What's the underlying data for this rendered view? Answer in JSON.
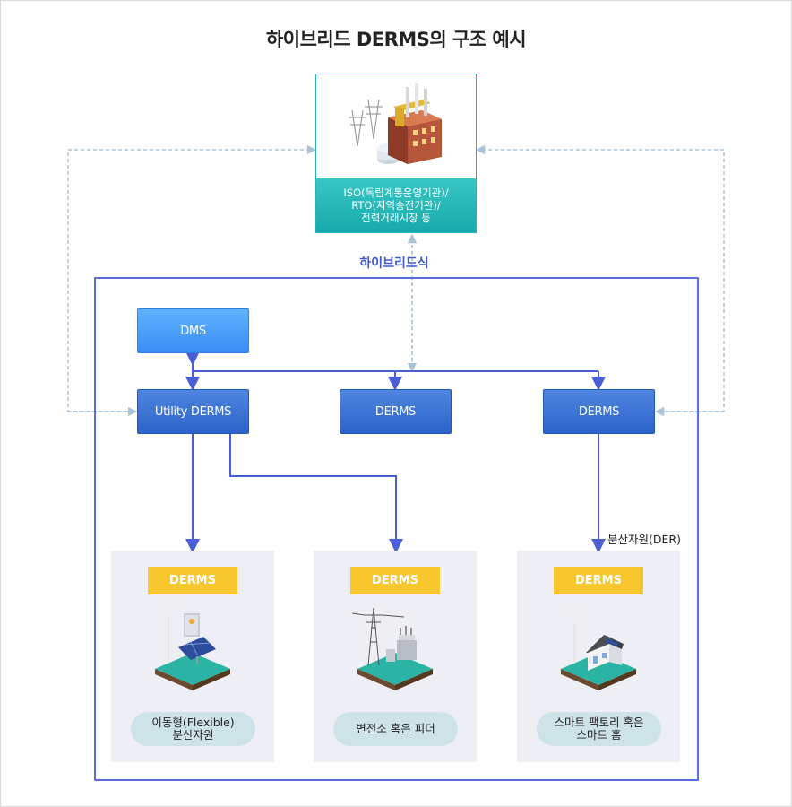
{
  "title": "하이브리드 DERMS의 구조 예시",
  "iso": {
    "lines": [
      "ISO(독립계통운영기관)/",
      "RTO(지역송전기관)/",
      "전력거래시장 등"
    ],
    "icon": "power-plant-icon"
  },
  "hybrid_label": "하이브리드식",
  "nodes": {
    "dms": "DMS",
    "utility_derms": "Utility DERMS",
    "derms_center": "DERMS",
    "derms_right": "DERMS"
  },
  "der_label": "분산자원(DER)",
  "panels": [
    {
      "tag": "DERMS",
      "icon": "solar-wind-icon",
      "lines": [
        "이동형(Flexible)",
        "분산자원"
      ]
    },
    {
      "tag": "DERMS",
      "icon": "substation-icon",
      "lines": [
        "변전소 혹은 피더"
      ]
    },
    {
      "tag": "DERMS",
      "icon": "smart-home-icon",
      "lines": [
        "스마트 팩토리 혹은",
        "스마트 홈"
      ]
    }
  ],
  "colors": {
    "accent_blue": "#5b6ee1",
    "teal": "#22b5b6",
    "tag_yellow": "#f7c72d",
    "dashed": "#a9c4d8"
  }
}
